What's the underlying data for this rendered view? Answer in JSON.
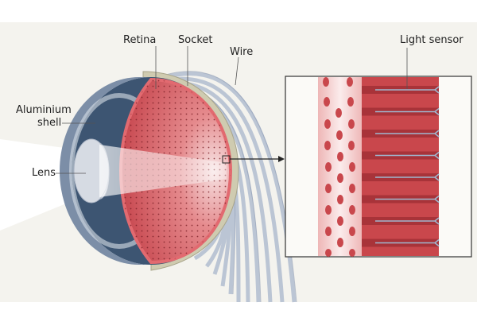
{
  "labels": {
    "retina": "Retina",
    "socket": "Socket",
    "wire": "Wire",
    "aluminium_shell_line1": "Aluminium",
    "aluminium_shell_line2": "shell",
    "lens": "Lens",
    "light_sensor": "Light sensor"
  },
  "colors": {
    "background": "#f4f3ee",
    "retina": "#c9474c",
    "shell": "#3d5572",
    "socket": "#cfcbb0",
    "wire": "#b9c3d3"
  }
}
